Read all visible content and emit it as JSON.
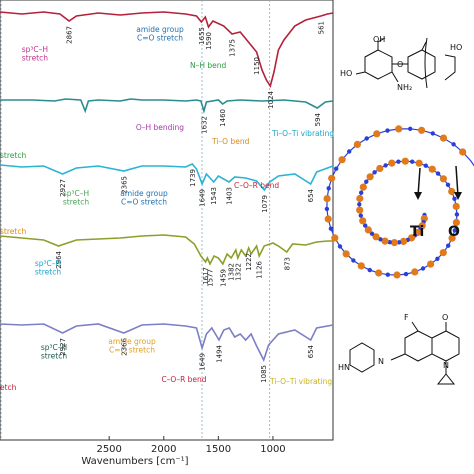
{
  "chart_data": {
    "type": "line",
    "xlabel": "Wavenumbers [cm⁻¹]",
    "xlim": [
      3500,
      450
    ],
    "x_ticks": [
      2500,
      2000,
      1500,
      1000
    ],
    "x_tick_labels": [
      "2500",
      "2000",
      "1500",
      "1000"
    ],
    "grid": false,
    "reference_lines": [
      3490,
      1650,
      1030
    ],
    "series": [
      {
        "color": "#b5203a",
        "points": [
          [
            3500,
            12
          ],
          [
            3300,
            14
          ],
          [
            3100,
            12
          ],
          [
            2950,
            14
          ],
          [
            2867,
            21
          ],
          [
            2800,
            16
          ],
          [
            2600,
            13
          ],
          [
            2400,
            15
          ],
          [
            2200,
            13
          ],
          [
            2000,
            12
          ],
          [
            1800,
            14
          ],
          [
            1700,
            16
          ],
          [
            1655,
            22
          ],
          [
            1620,
            17
          ],
          [
            1590,
            27
          ],
          [
            1550,
            21
          ],
          [
            1450,
            26
          ],
          [
            1375,
            34
          ],
          [
            1300,
            32
          ],
          [
            1150,
            52
          ],
          [
            1100,
            70
          ],
          [
            1060,
            80
          ],
          [
            1024,
            86
          ],
          [
            990,
            72
          ],
          [
            950,
            50
          ],
          [
            900,
            40
          ],
          [
            800,
            26
          ],
          [
            700,
            20
          ],
          [
            561,
            16
          ],
          [
            500,
            14
          ],
          [
            450,
            13
          ]
        ],
        "peaks": [
          {
            "x": 2867,
            "label": "2867"
          },
          {
            "x": 1655,
            "label": "1655"
          },
          {
            "x": 1590,
            "label": "1590"
          },
          {
            "x": 1375,
            "label": "1375"
          },
          {
            "x": 1150,
            "label": "1150"
          },
          {
            "x": 1024,
            "label": "1024"
          },
          {
            "x": 561,
            "label": "561"
          }
        ]
      },
      {
        "color": "#2a8c90",
        "points": [
          [
            3500,
            100
          ],
          [
            3200,
            100
          ],
          [
            3000,
            101
          ],
          [
            2900,
            99
          ],
          [
            2760,
            100
          ],
          [
            2720,
            111
          ],
          [
            2690,
            101
          ],
          [
            2600,
            100
          ],
          [
            2400,
            101
          ],
          [
            2300,
            99
          ],
          [
            2200,
            100
          ],
          [
            2000,
            100
          ],
          [
            1800,
            101
          ],
          [
            1700,
            100
          ],
          [
            1660,
            101
          ],
          [
            1632,
            111
          ],
          [
            1610,
            102
          ],
          [
            1500,
            100
          ],
          [
            1460,
            104
          ],
          [
            1420,
            101
          ],
          [
            1300,
            100
          ],
          [
            1100,
            101
          ],
          [
            900,
            100
          ],
          [
            700,
            102
          ],
          [
            594,
            108
          ],
          [
            520,
            102
          ],
          [
            450,
            101
          ]
        ],
        "peaks": [
          {
            "x": 1632,
            "label": "1632"
          },
          {
            "x": 1460,
            "label": "1460"
          },
          {
            "x": 594,
            "label": "594"
          }
        ]
      },
      {
        "color": "#2bb3d6",
        "points": [
          [
            3500,
            165
          ],
          [
            3300,
            167
          ],
          [
            3100,
            166
          ],
          [
            2927,
            174
          ],
          [
            2800,
            168
          ],
          [
            2600,
            166
          ],
          [
            2365,
            171
          ],
          [
            2200,
            166
          ],
          [
            2000,
            166
          ],
          [
            1800,
            167
          ],
          [
            1739,
            164
          ],
          [
            1700,
            169
          ],
          [
            1649,
            184
          ],
          [
            1610,
            174
          ],
          [
            1543,
            182
          ],
          [
            1500,
            176
          ],
          [
            1403,
            182
          ],
          [
            1350,
            177
          ],
          [
            1250,
            178
          ],
          [
            1150,
            181
          ],
          [
            1079,
            190
          ],
          [
            1030,
            182
          ],
          [
            950,
            176
          ],
          [
            800,
            174
          ],
          [
            654,
            184
          ],
          [
            600,
            172
          ],
          [
            450,
            166
          ]
        ],
        "peaks": [
          {
            "x": 2927,
            "label": "2927"
          },
          {
            "x": 2365,
            "label": "2365"
          },
          {
            "x": 1739,
            "label": "1739"
          },
          {
            "x": 1649,
            "label": "1649"
          },
          {
            "x": 1543,
            "label": "1543"
          },
          {
            "x": 1403,
            "label": "1403"
          },
          {
            "x": 1079,
            "label": "1079"
          },
          {
            "x": 654,
            "label": "654"
          }
        ]
      },
      {
        "color": "#8e9e2a",
        "points": [
          [
            3500,
            236
          ],
          [
            3300,
            238
          ],
          [
            3100,
            240
          ],
          [
            2964,
            246
          ],
          [
            2800,
            240
          ],
          [
            2600,
            239
          ],
          [
            2400,
            238
          ],
          [
            2200,
            236
          ],
          [
            2000,
            235
          ],
          [
            1900,
            236
          ],
          [
            1800,
            237
          ],
          [
            1720,
            244
          ],
          [
            1660,
            256
          ],
          [
            1617,
            262
          ],
          [
            1600,
            258
          ],
          [
            1577,
            264
          ],
          [
            1540,
            256
          ],
          [
            1500,
            258
          ],
          [
            1459,
            264
          ],
          [
            1420,
            254
          ],
          [
            1382,
            258
          ],
          [
            1340,
            250
          ],
          [
            1322,
            258
          ],
          [
            1290,
            250
          ],
          [
            1250,
            256
          ],
          [
            1222,
            248
          ],
          [
            1200,
            254
          ],
          [
            1150,
            246
          ],
          [
            1126,
            256
          ],
          [
            1080,
            246
          ],
          [
            1000,
            243
          ],
          [
            950,
            246
          ],
          [
            873,
            252
          ],
          [
            820,
            244
          ],
          [
            700,
            245
          ],
          [
            600,
            242
          ],
          [
            500,
            241
          ],
          [
            450,
            241
          ]
        ],
        "peaks": [
          {
            "x": 2964,
            "label": "2964"
          },
          {
            "x": 1617,
            "label": "1617"
          },
          {
            "x": 1577,
            "label": "1577"
          },
          {
            "x": 1459,
            "label": "1459"
          },
          {
            "x": 1382,
            "label": "1382"
          },
          {
            "x": 1322,
            "label": "1322"
          },
          {
            "x": 1222,
            "label": "1222"
          },
          {
            "x": 1126,
            "label": "1126"
          },
          {
            "x": 873,
            "label": "873"
          }
        ]
      },
      {
        "color": "#7b7fc4",
        "points": [
          [
            3500,
            324
          ],
          [
            3300,
            325
          ],
          [
            3100,
            324
          ],
          [
            2927,
            333
          ],
          [
            2800,
            326
          ],
          [
            2600,
            324
          ],
          [
            2366,
            333
          ],
          [
            2200,
            325
          ],
          [
            2000,
            324
          ],
          [
            1800,
            326
          ],
          [
            1700,
            328
          ],
          [
            1649,
            348
          ],
          [
            1610,
            334
          ],
          [
            1560,
            328
          ],
          [
            1494,
            340
          ],
          [
            1450,
            330
          ],
          [
            1400,
            328
          ],
          [
            1350,
            337
          ],
          [
            1300,
            334
          ],
          [
            1250,
            340
          ],
          [
            1200,
            334
          ],
          [
            1150,
            346
          ],
          [
            1085,
            360
          ],
          [
            1040,
            345
          ],
          [
            950,
            334
          ],
          [
            800,
            330
          ],
          [
            654,
            340
          ],
          [
            600,
            328
          ],
          [
            450,
            325
          ]
        ],
        "peaks": [
          {
            "x": 2927,
            "label": "2927"
          },
          {
            "x": 2366,
            "label": "2366"
          },
          {
            "x": 1649,
            "label": "1649"
          },
          {
            "x": 1494,
            "label": "1494"
          },
          {
            "x": 1085,
            "label": "1085"
          },
          {
            "x": 654,
            "label": "654"
          }
        ]
      }
    ],
    "annotations": [
      {
        "lines": [
          "sp³C–H",
          "stretch"
        ],
        "color": "#c0348e"
      },
      {
        "lines": [
          "amide group",
          "C=O stretch"
        ],
        "color": "#1f6fb0"
      },
      {
        "lines": [
          "N–H bend"
        ],
        "color": "#2e9b3e"
      },
      {
        "lines": [
          "O–H bending"
        ],
        "color": "#a43aa8"
      },
      {
        "lines": [
          "Ti–O bend"
        ],
        "color": "#d88a1c"
      },
      {
        "lines": [
          "Ti–O–Ti vibrating"
        ],
        "color": "#1aa7c9"
      },
      {
        "lines": [
          "stretch"
        ],
        "color": "#2e9b3e"
      },
      {
        "lines": [
          "sp³C–H",
          "stretch"
        ],
        "color": "#4aa35a"
      },
      {
        "lines": [
          "amide group",
          "C=O stretch"
        ],
        "color": "#1f6fb0"
      },
      {
        "lines": [
          "C–O–R bend"
        ],
        "color": "#c8203a"
      },
      {
        "lines": [
          "stretch"
        ],
        "color": "#d88a1c"
      },
      {
        "lines": [
          "sp³C–H",
          "stretch"
        ],
        "color": "#1aa7c9"
      },
      {
        "lines": [
          "sp³C–H",
          "stretch"
        ],
        "color": "#1d5a52"
      },
      {
        "lines": [
          "amide group",
          "C=O stretch"
        ],
        "color": "#e0a020"
      },
      {
        "lines": [
          "C–O–R bend"
        ],
        "color": "#c8203a"
      },
      {
        "lines": [
          "Ti–O–Ti vibrating"
        ],
        "color": "#c9b21a"
      },
      {
        "lines": [
          "etch"
        ],
        "color": "#c8203a"
      }
    ]
  },
  "structures": {
    "chitosan": {
      "groups": [
        "OH",
        "HO",
        "NH₂",
        "O",
        "HO"
      ]
    },
    "titania_spiral": {
      "labels": [
        "Ti",
        "O"
      ],
      "ti_color": "#2a3fd6",
      "o_color": "#e07a1a"
    },
    "drug": {
      "atoms": [
        "F",
        "O",
        "N",
        "N",
        "HN"
      ]
    }
  }
}
